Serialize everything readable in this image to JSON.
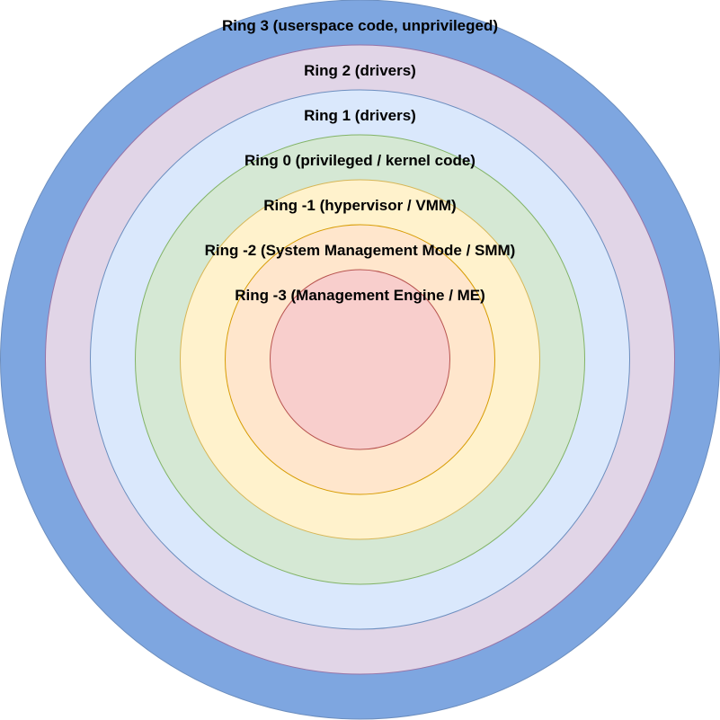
{
  "diagram": {
    "rings": [
      {
        "label": "Ring 3 (userspace code, unprivileged)",
        "fill": "#7ea6e0",
        "stroke": "#6c8ebf"
      },
      {
        "label": "Ring 2 (drivers)",
        "fill": "#e1d5e7",
        "stroke": "#9673a6"
      },
      {
        "label": "Ring 1 (drivers)",
        "fill": "#dae8fc",
        "stroke": "#6c8ebf"
      },
      {
        "label": "Ring 0 (privileged / kernel code)",
        "fill": "#d5e8d4",
        "stroke": "#82b366"
      },
      {
        "label": "Ring -1 (hypervisor / VMM)",
        "fill": "#fff2cc",
        "stroke": "#d6b656"
      },
      {
        "label": "Ring -2 (System Management Mode / SMM)",
        "fill": "#ffe6cc",
        "stroke": "#d79b00"
      },
      {
        "label": "Ring -3 (Management Engine / ME)",
        "fill": "#f8cecc",
        "stroke": "#b85450"
      }
    ]
  }
}
